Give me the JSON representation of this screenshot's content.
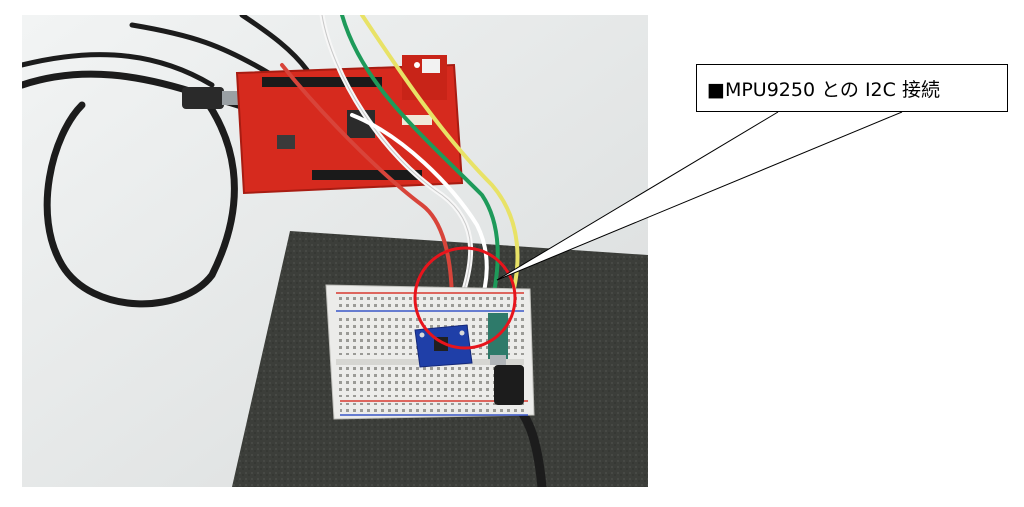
{
  "callout": {
    "text": "■MPU9250 との  I2C 接続"
  },
  "colors": {
    "highlight_circle": "#e8141c",
    "dev_board": "#d62a1e",
    "sensor_module": "#1f3fa8",
    "foam_mat": "#3a3c38",
    "breadboard": "#ececea"
  },
  "photo": {
    "objects": [
      "red-development-board",
      "usb-cable",
      "breadboard",
      "mpu9250-sensor-module",
      "jumper-wires",
      "foam-mat"
    ]
  }
}
